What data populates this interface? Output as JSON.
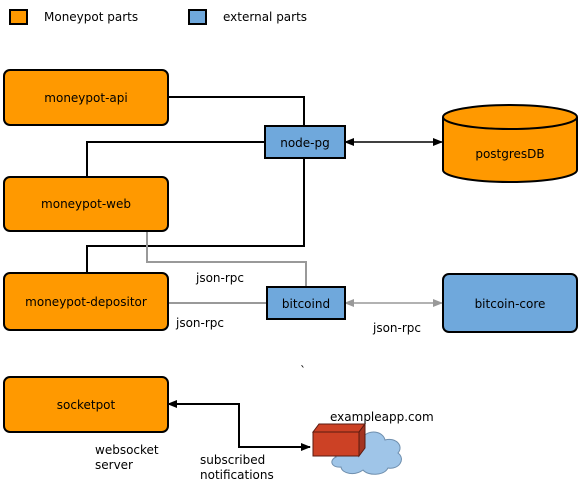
{
  "legend": {
    "items": [
      {
        "label": "Moneypot parts",
        "color": "#ff9900"
      },
      {
        "label": "external parts",
        "color": "#6fa8dc"
      }
    ]
  },
  "nodes": {
    "moneypot_api": {
      "label": "moneypot-api",
      "color": "#ff9900"
    },
    "moneypot_web": {
      "label": "moneypot-web",
      "color": "#ff9900"
    },
    "moneypot_depositor": {
      "label": "moneypot-depositor",
      "color": "#ff9900"
    },
    "socketpot": {
      "label": "socketpot",
      "color": "#ff9900"
    },
    "node_pg": {
      "label": "node-pg",
      "color": "#6fa8dc"
    },
    "bitcoind": {
      "label": "bitcoind",
      "color": "#6fa8dc"
    },
    "postgres_db": {
      "label": "postgresDB",
      "color": "#ff9900"
    },
    "bitcoin_core": {
      "label": "bitcoin-core",
      "color": "#6fa8dc"
    },
    "exampleapp": {
      "label": "exampleapp.com",
      "server_color": "#cc4125",
      "cloud_color": "#9fc5e8"
    }
  },
  "annotations": {
    "json_rpc_web": "json-rpc",
    "json_rpc_depositor": "json-rpc",
    "json_rpc_core": "json-rpc",
    "websocket_line1": "websocket",
    "websocket_line2": "server",
    "subscribed_line1": "subscribed",
    "subscribed_line2": "notifications",
    "stray_mark": "`"
  }
}
